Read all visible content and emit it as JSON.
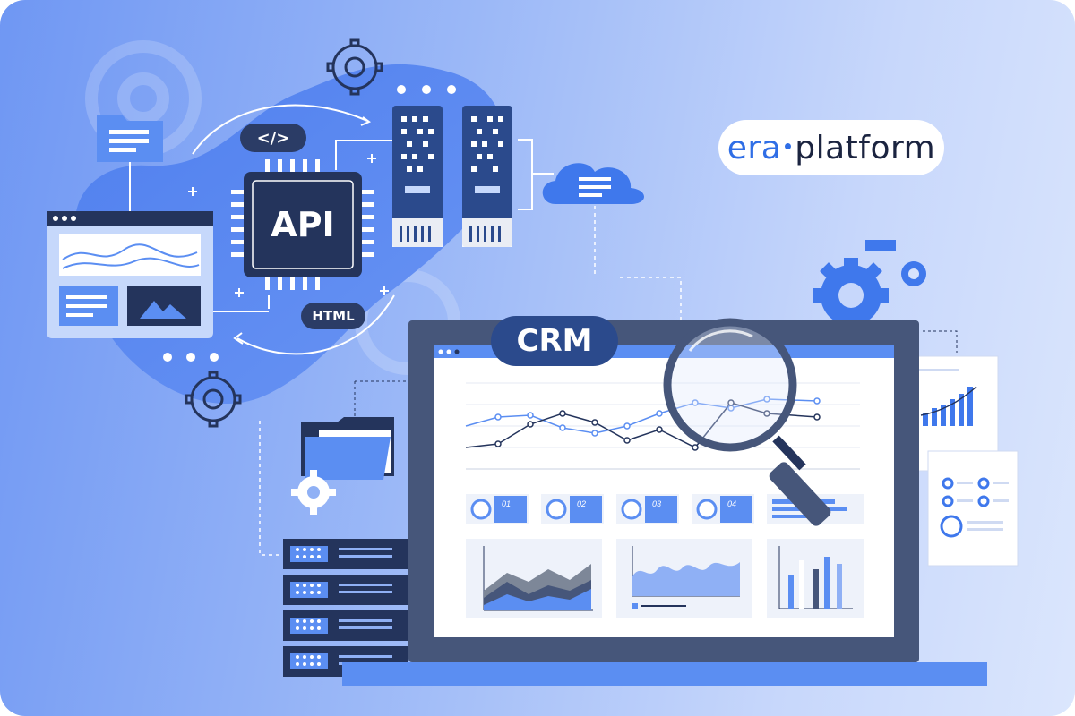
{
  "brand": {
    "prefix": "era",
    "suffix": "platform"
  },
  "labels": {
    "api": "API",
    "code": "</>",
    "html": "HTML",
    "crm": "CRM"
  },
  "kpis": [
    {
      "number": "01"
    },
    {
      "number": "02"
    },
    {
      "number": "03"
    },
    {
      "number": "04"
    }
  ],
  "colors": {
    "accent": "#2f6ee6",
    "navy": "#2b3c66",
    "dark_frame": "#46567a",
    "light_blue": "#5d8ef0"
  },
  "icons": [
    "gear-icon",
    "folder-icon",
    "cloud-icon",
    "server-icon",
    "chip-icon",
    "magnifier-icon",
    "browser-window-icon",
    "document-icon"
  ]
}
